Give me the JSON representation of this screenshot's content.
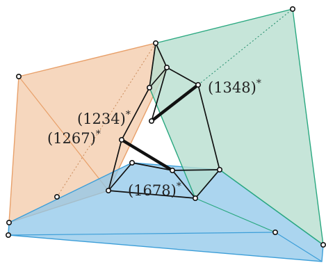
{
  "labels": {
    "face_1234": "(1234)",
    "face_1267": "(1267)",
    "face_1348": "(1348)",
    "face_1678": "(1678)",
    "dual_marker": "*"
  },
  "colors": {
    "orange_fill": "#f3c9a8",
    "orange_edge": "#e8a06a",
    "green_fill": "#b8dfd0",
    "green_edge": "#2aa880",
    "blue_fill": "#8fc7ea",
    "blue_edge": "#3c9ed8",
    "ink": "#111111"
  }
}
